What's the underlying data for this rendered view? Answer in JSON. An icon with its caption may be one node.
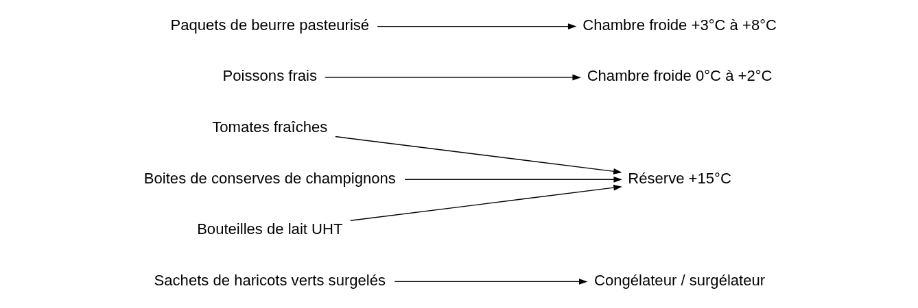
{
  "diagram": {
    "nodes": [
      {
        "text": [
          "Sachets de haricots verts surgelés"
        ]
      },
      {
        "text": [
          "Tomates fraîches"
        ]
      },
      {
        "text": [
          "Boites de conserves de champignons"
        ]
      },
      {
        "text": [
          "Bouteilles de lait UHT"
        ]
      },
      {
        "text": [
          "Poissons frais"
        ]
      },
      {
        "text": [
          "Paquets de beurre pasteurisé"
        ]
      },
      {
        "text": [
          "Chambre froide 0°C à +2°C"
        ]
      },
      {
        "text": [
          "Réserve +15°C"
        ]
      },
      {
        "text": [
          "Chambre froide +3°C à +8°C"
        ]
      },
      {
        "text": [
          "Congélateur / surgélateur"
        ]
      }
    ],
    "edges": [
      {
        "from": 0,
        "to": 9,
        "arrow": "to"
      },
      {
        "from": 1,
        "to": 7,
        "arrow": "to"
      },
      {
        "from": 2,
        "to": 7,
        "arrow": "to"
      },
      {
        "from": 3,
        "to": 7,
        "arrow": "to"
      },
      {
        "from": 4,
        "to": 6,
        "arrow": "to"
      },
      {
        "from": 5,
        "to": 8,
        "arrow": "to"
      }
    ]
  }
}
